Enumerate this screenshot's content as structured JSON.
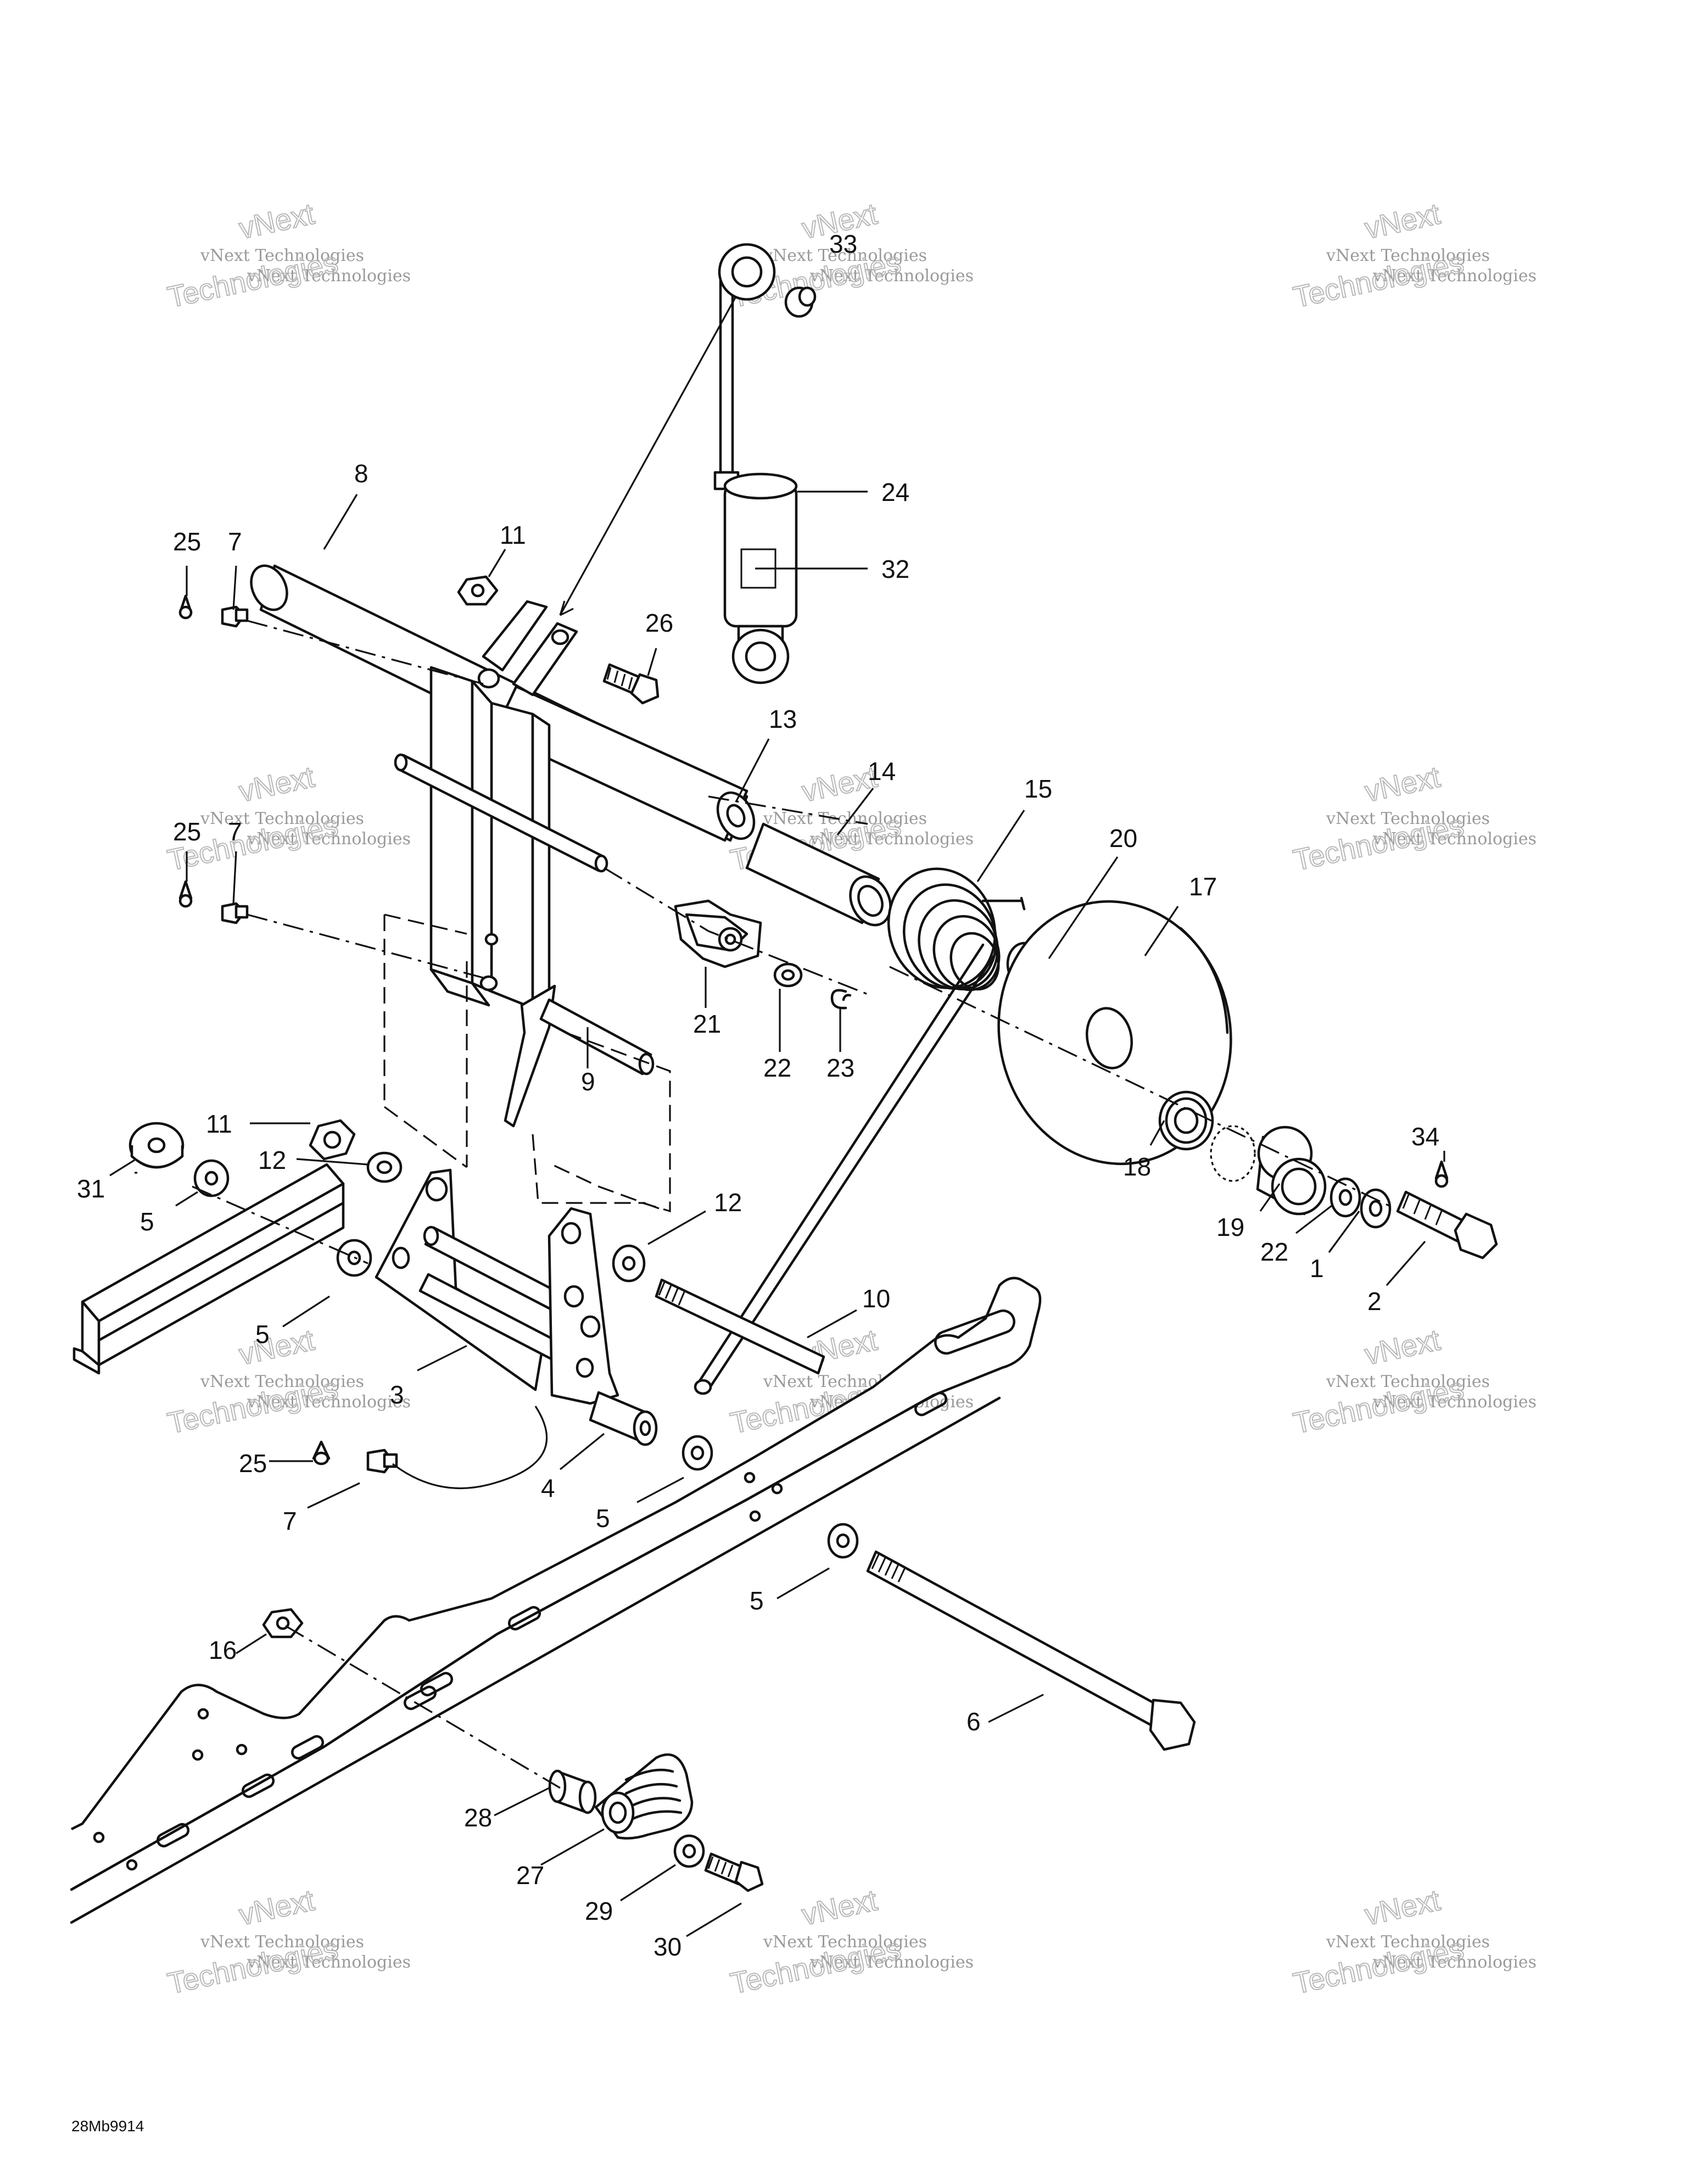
{
  "figure_code": "28Mb9914",
  "watermark": {
    "line1": "vNext Technologies",
    "line2": "vNext",
    "line3": "Technologies"
  },
  "callouts": {
    "c1": "1",
    "c2": "2",
    "c3": "3",
    "c4": "4",
    "c5a": "5",
    "c5b": "5",
    "c5c": "5",
    "c5d": "5",
    "c6": "6",
    "c7a": "7",
    "c7b": "7",
    "c7c": "7",
    "c8": "8",
    "c9": "9",
    "c10": "10",
    "c11a": "11",
    "c11b": "11",
    "c12a": "12",
    "c12b": "12",
    "c13": "13",
    "c14": "14",
    "c15": "15",
    "c16": "16",
    "c17": "17",
    "c18": "18",
    "c19": "19",
    "c20": "20",
    "c21": "21",
    "c22a": "22",
    "c22b": "22",
    "c23": "23",
    "c24": "24",
    "c25a": "25",
    "c25b": "25",
    "c25c": "25",
    "c26": "26",
    "c27": "27",
    "c28": "28",
    "c29": "29",
    "c30": "30",
    "c31": "31",
    "c32": "32",
    "c33": "33",
    "c34": "34"
  }
}
